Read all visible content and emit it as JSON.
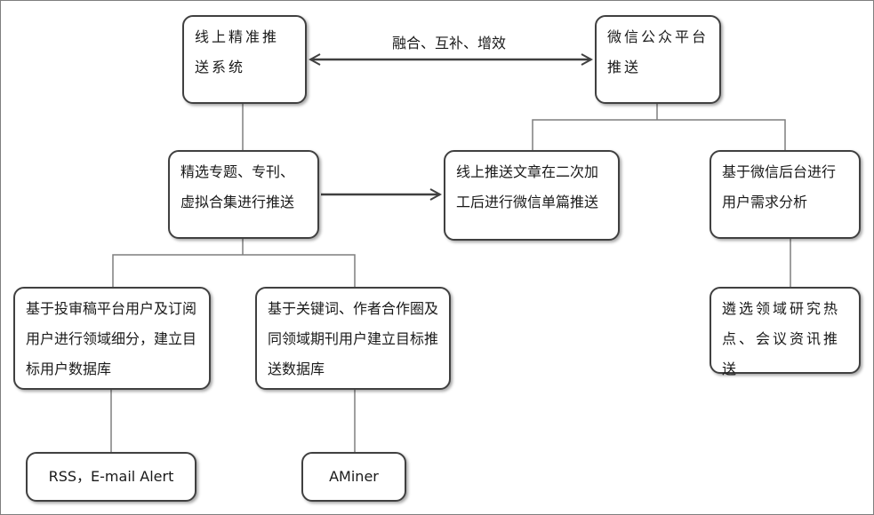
{
  "diagram": {
    "nodes": {
      "online_push": "线上精准推送系统",
      "wechat_push": "微信公众平台推送",
      "curated": "精选专题、专刊、虚拟合集进行推送",
      "article_rework": "线上推送文章在二次加工后进行微信单篇推送",
      "backend_analysis": "基于微信后台进行用户需求分析",
      "submission_db": "基于投审稿平台用户及订阅用户进行领域细分，建立目标用户数据库",
      "keyword_db": "基于关键词、作者合作圈及同领域期刊用户建立目标推送数据库",
      "hotspot_push": "遴选领域研究热点、会议资讯推送",
      "rss": "RSS，E-mail Alert",
      "aminer": "AMiner"
    },
    "edge_labels": {
      "fusion": "融合、互补、增效"
    }
  }
}
